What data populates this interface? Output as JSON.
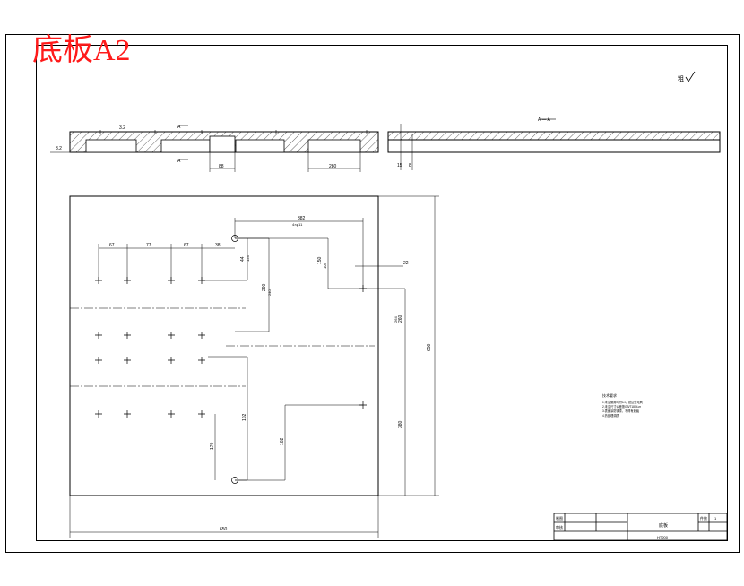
{
  "drawing": {
    "title": "底板A2",
    "title_color": "#ff1a1a",
    "line_color": "#000000",
    "roughness_mark": "粗",
    "section_label": "A — A",
    "section_mark_top": "A",
    "section_mark_bottom": "A"
  },
  "side_view": {
    "roughness_left": "3.2",
    "roughness_top": "3.2",
    "dim_bottom_left": "88",
    "dim_bottom_right": "280",
    "thickness_1": "15",
    "thickness_2": "8"
  },
  "plan_view": {
    "dim_overall_width": "650",
    "dim_overall_height": "650",
    "dim_right_upper": "260",
    "dim_right_lower": "380",
    "dim_top_span": "382",
    "dim_top_span_tol": "4×φ11",
    "dim_hole_spacing": [
      "67",
      "77",
      "67",
      "38"
    ],
    "dim_h1": "44",
    "dim_h1_b": "124",
    "dim_h2": "150",
    "dim_h3": "290",
    "dim_h4": "105",
    "dim_h5": "240",
    "dim_h6": "102",
    "dim_h7": "102",
    "dim_h8": "170",
    "dim_right_mid": "22",
    "dim_right_tol": "264"
  },
  "notes": {
    "heading": "技术要求",
    "lines": [
      "1.未注倒角均为C1，锐边去毛刺",
      "2.未注尺寸公差按GB/T1804-m",
      "3.表面涂防锈漆，不得有划痕",
      "4.热处理调质"
    ]
  },
  "title_block": {
    "label_drawn": "制图",
    "label_checked": "审核",
    "part_name": "底板",
    "material": "HT200",
    "quantity_label": "件数",
    "quantity": "1"
  }
}
